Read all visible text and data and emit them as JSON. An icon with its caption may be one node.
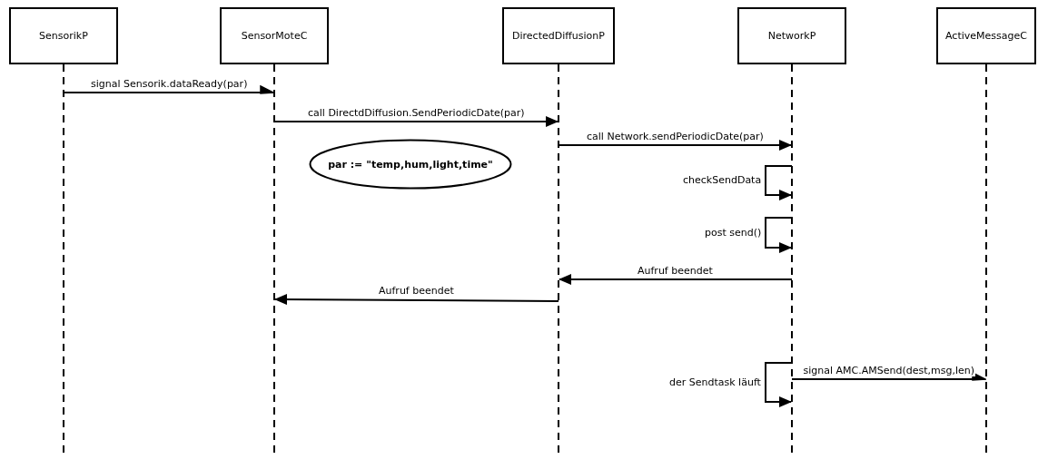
{
  "diagram": {
    "nodes": [
      {
        "text": [
          "SensorikP"
        ]
      },
      {
        "text": [
          "SensorMoteC"
        ]
      },
      {
        "text": [
          "DirectedDiffusionP"
        ]
      },
      {
        "text": [
          "NetworkP"
        ]
      },
      {
        "text": [
          "ActiveMessageC"
        ]
      },
      {
        "text": [
          "par := \"temp,hum,light,time\""
        ]
      }
    ],
    "edges": [
      {
        "from": 0,
        "to": 1,
        "arrow": "to",
        "label": "signal Sensorik.dataReady(par)"
      },
      {
        "from": 1,
        "to": 2,
        "arrow": "to",
        "label": "call DirectdDiffusion.SendPeriodicDate(par)"
      },
      {
        "from": 2,
        "to": 3,
        "arrow": "to",
        "label": "call Network.sendPeriodicDate(par)"
      },
      {
        "from": 3,
        "to": 3,
        "arrow": "to",
        "label": "checkSendData"
      },
      {
        "from": 3,
        "to": 3,
        "arrow": "to",
        "label": "post send()"
      },
      {
        "from": 3,
        "to": 2,
        "arrow": "to",
        "label": "Aufruf beendet"
      },
      {
        "from": 2,
        "to": 1,
        "arrow": "to",
        "label": "Aufruf beendet"
      },
      {
        "from": 3,
        "to": 3,
        "arrow": "to",
        "label": "der Sendtask läuft"
      },
      {
        "from": 3,
        "to": 4,
        "arrow": "to",
        "label": "signal AMC.AMSend(dest,msg,len)"
      }
    ]
  }
}
